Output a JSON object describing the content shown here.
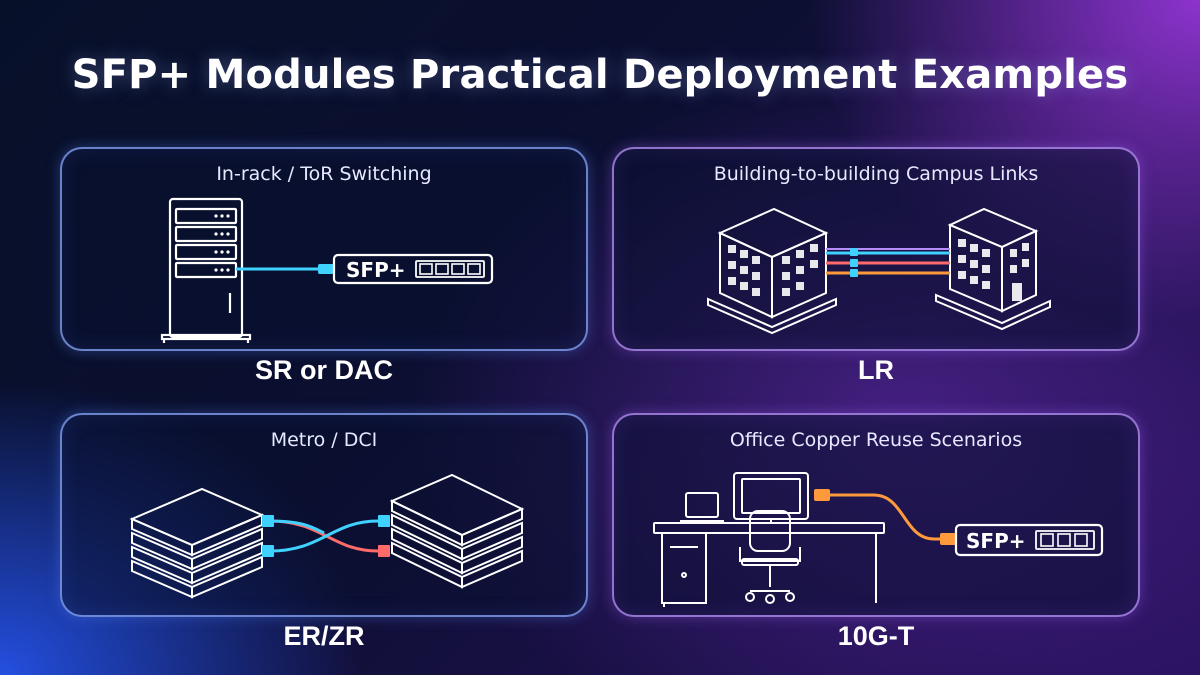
{
  "title": "SFP+ Modules Practical Deployment Examples",
  "panels": [
    {
      "title": "In-rack / ToR Switching",
      "caption": "SR or DAC",
      "module_label": "SFP+"
    },
    {
      "title": "Building-to-building Campus Links",
      "caption": "LR"
    },
    {
      "title": "Metro / DCI",
      "caption": "ER/ZR"
    },
    {
      "title": "Office Copper Reuse Scenarios",
      "caption": "10G-T",
      "module_label": "SFP+"
    }
  ],
  "colors": {
    "cable_cyan": "#3fd2ff",
    "cable_orange": "#ff9a3c",
    "cable_red": "#ff6b6b",
    "outline": "#ffffff"
  }
}
